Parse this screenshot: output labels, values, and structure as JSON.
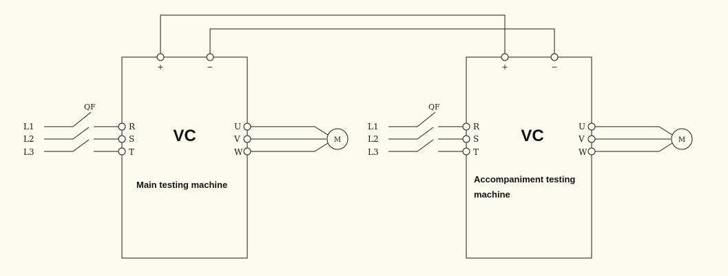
{
  "diagram": {
    "dc_link": {
      "plus": "+",
      "minus": "−"
    },
    "units": [
      {
        "id": "main",
        "label": "VC",
        "caption_lines": [
          "Main testing machine"
        ],
        "breaker_label": "QF",
        "lines": [
          "L1",
          "L2",
          "L3"
        ],
        "inputs": [
          "R",
          "S",
          "T"
        ],
        "outputs": [
          "U",
          "V",
          "W"
        ],
        "motor": "M"
      },
      {
        "id": "accompaniment",
        "label": "VC",
        "caption_lines": [
          "Accompaniment testing",
          "machine"
        ],
        "breaker_label": "QF",
        "lines": [
          "L1",
          "L2",
          "L3"
        ],
        "inputs": [
          "R",
          "S",
          "T"
        ],
        "outputs": [
          "U",
          "V",
          "W"
        ],
        "motor": "M"
      }
    ]
  }
}
